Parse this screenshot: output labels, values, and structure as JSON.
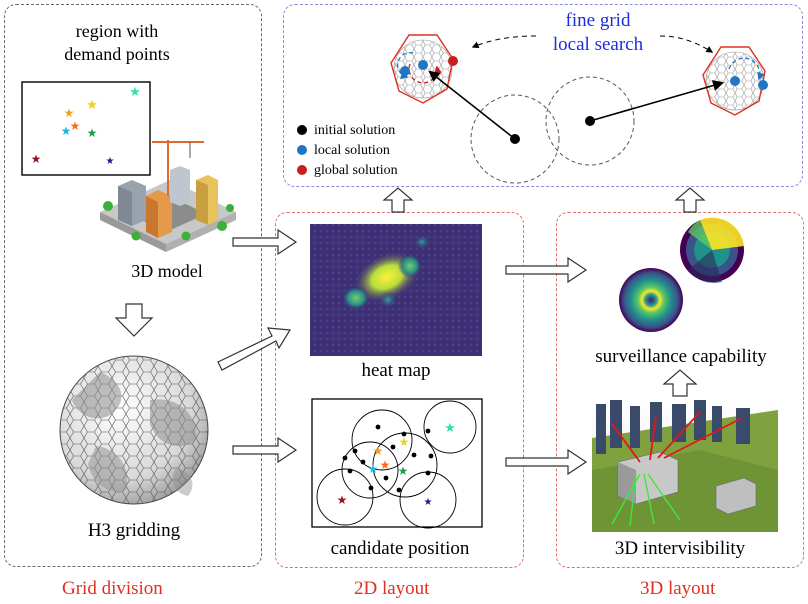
{
  "sections": {
    "grid_division": "Grid division",
    "layout_2d": "2D layout",
    "layout_3d": "3D layout"
  },
  "labels": {
    "region_line1": "region with",
    "region_line2": "demand points",
    "model_3d": "3D model",
    "h3_gridding": "H3 gridding",
    "heat_map": "heat map",
    "candidate_position": "candidate position",
    "surveillance_capability": "surveillance capability",
    "intervisibility_3d": "3D intervisibility",
    "fine_grid_line1": "fine grid",
    "fine_grid_line2": "local search"
  },
  "legend": [
    {
      "label": "initial solution",
      "color": "#000000"
    },
    {
      "label": "local solution",
      "color": "#1f77c4"
    },
    {
      "label": "global solution",
      "color": "#c81e1e"
    }
  ],
  "colors": {
    "section_text": "#e03020",
    "search_text": "#1a2de0",
    "panel_border_red": "#e07070",
    "panel_border_blue": "#8a8ad8",
    "panel_border_gray": "#6a6a6a"
  }
}
